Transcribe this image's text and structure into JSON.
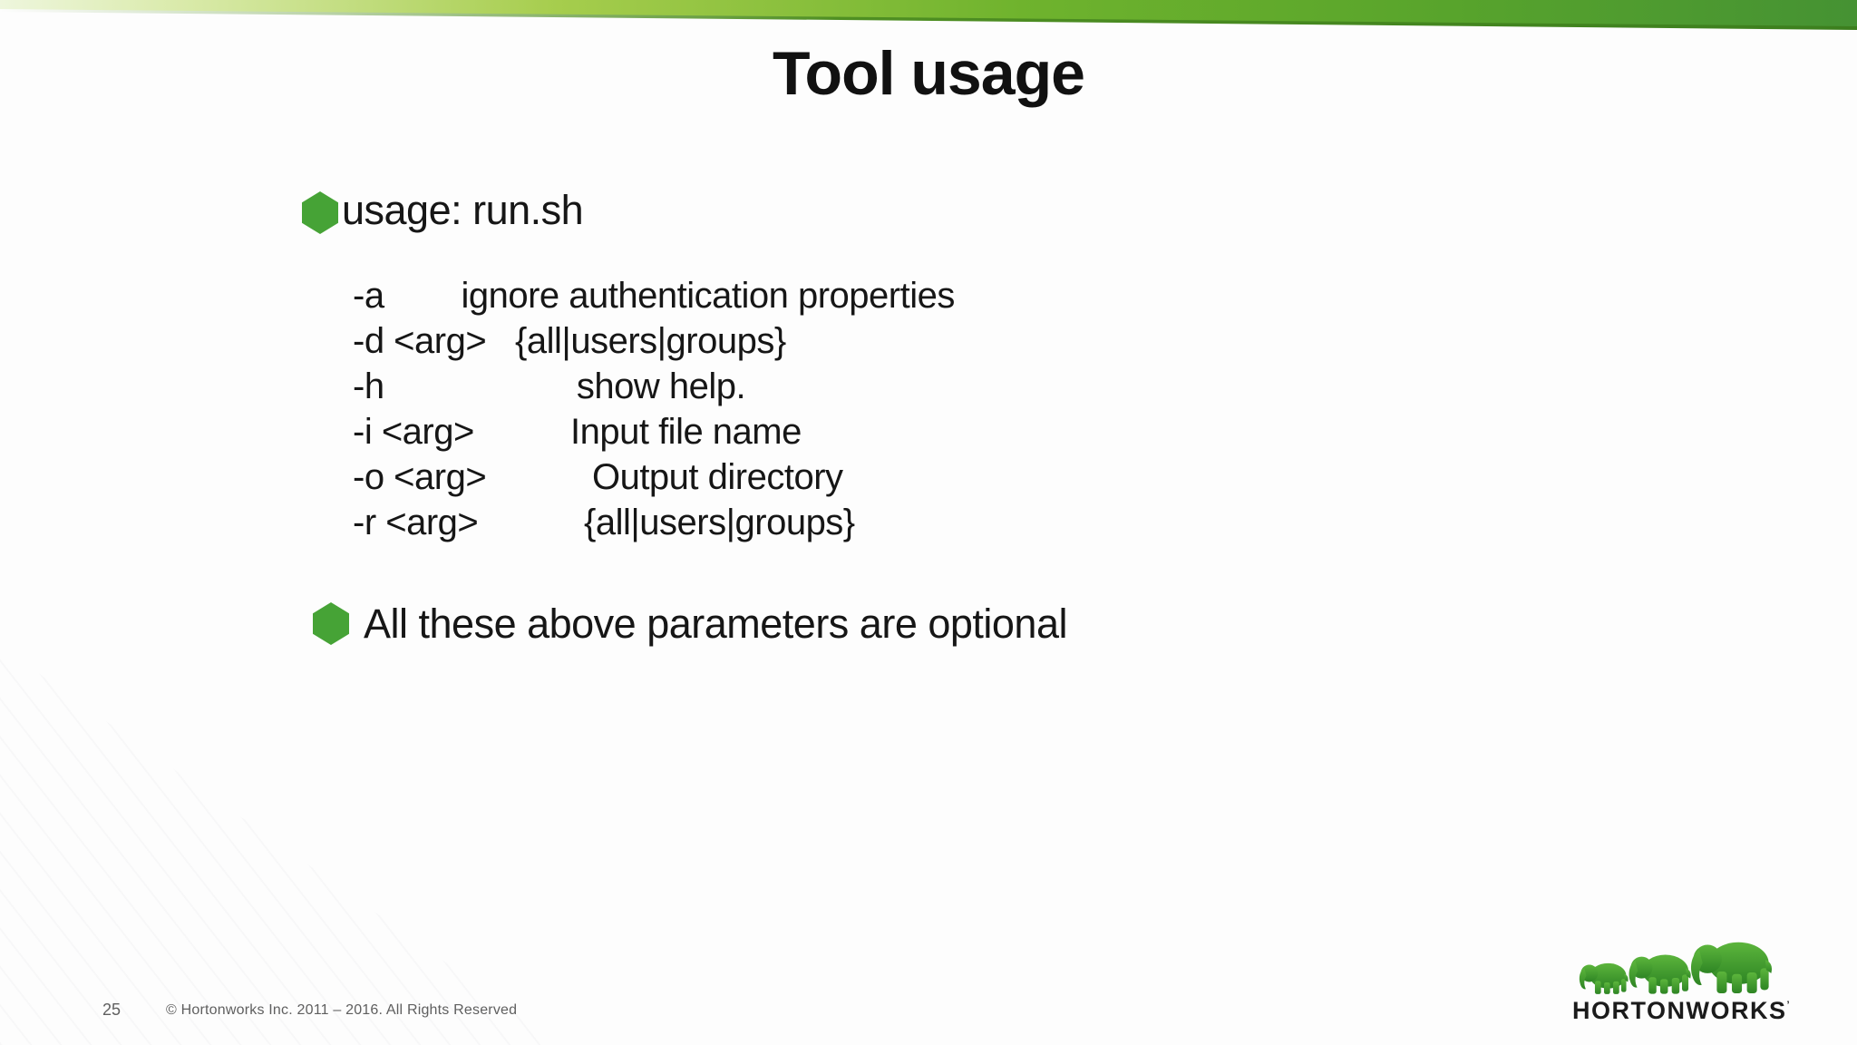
{
  "slide": {
    "title": "Tool usage",
    "usage_bullet": "usage: run.sh",
    "options": [
      "-a        ignore authentication properties",
      "-d <arg>   {all|users|groups}",
      "-h                    show help.",
      "-i <arg>          Input file name",
      "-o <arg>           Output directory",
      "-r <arg>           {all|users|groups}"
    ],
    "note_bullet": "All these above parameters are optional",
    "footer": {
      "page_number": "25",
      "copyright": "© Hortonworks Inc. 2011 – 2016. All Rights Reserved"
    },
    "logo": {
      "wordmark": "HORTONWORKS",
      "trademark": "’"
    },
    "colors": {
      "bullet_green": "#46a336",
      "band_green_dark": "#3c7f1e",
      "band_green_mid": "#6fb32d",
      "band_green_right": "#459233",
      "band_green_light": "#eef6dd",
      "title_color": "#111111",
      "body_color": "#161616",
      "footer_gray": "#5f5f5f",
      "logo_text": "#1b1b1b"
    }
  }
}
